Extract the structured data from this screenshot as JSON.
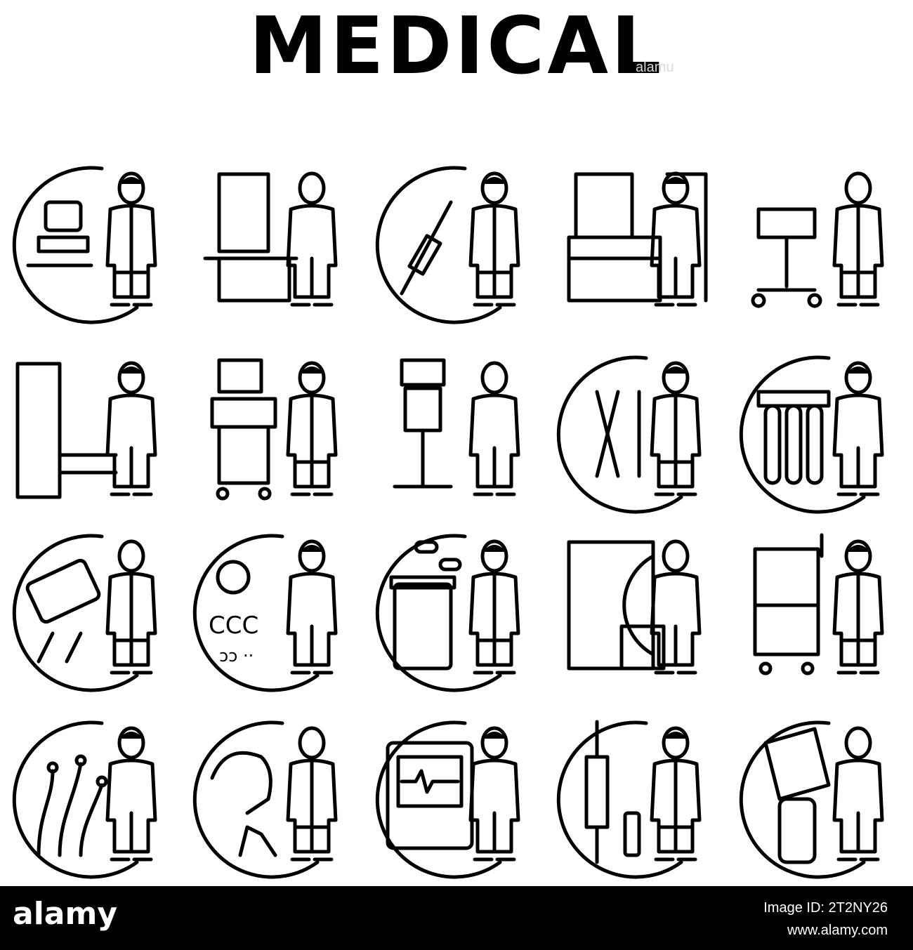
{
  "title": "MEDICAL",
  "watermark": "alamu",
  "footer": {
    "logo": "alamy",
    "image_id": "Image ID: 2T2NY26",
    "site": "www.alamy.com"
  },
  "colors": {
    "ink": "#000000",
    "background": "#ffffff",
    "footer": "#000000"
  },
  "icons": [
    [
      "microscope-lab-icon",
      "xray-table-icon",
      "spine-injection-icon",
      "cabinet-office-icon",
      "dental-chair-icon"
    ],
    [
      "robotic-surgery-icon",
      "ultrasound-cart-icon",
      "iv-monitor-stand-icon",
      "surgical-tools-icon",
      "test-tubes-icon"
    ],
    [
      "dental-prosthesis-icon",
      "eye-chart-icon",
      "pharmacy-pills-icon",
      "mri-scanner-icon",
      "dialysis-machine-icon"
    ],
    [
      "neurology-nerves-icon",
      "veterinary-pets-icon",
      "ecg-monitor-icon",
      "vaccine-syringe-icon",
      "orthopedic-knee-icon"
    ]
  ]
}
